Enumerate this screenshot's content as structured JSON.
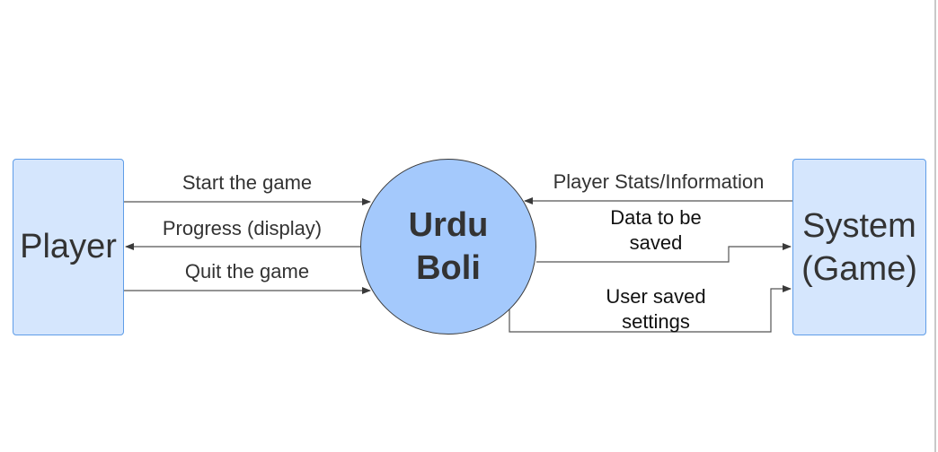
{
  "diagram": {
    "entities": {
      "player": "Player",
      "system_line1": "System",
      "system_line2": "(Game)"
    },
    "process": {
      "line1": "Urdu",
      "line2": "Boli"
    },
    "flows": {
      "start_game": "Start the game",
      "progress": "Progress (display)",
      "quit_game": "Quit the game",
      "player_stats": "Player Stats/Information",
      "data_saved_line1": "Data to be",
      "data_saved_line2": "saved",
      "user_settings_line1": "User saved",
      "user_settings_line2": "settings"
    },
    "colors": {
      "entity_fill": "#d5e6fd",
      "entity_border": "#5f9de8",
      "process_fill": "#a4c9fc",
      "line": "#555555"
    }
  }
}
